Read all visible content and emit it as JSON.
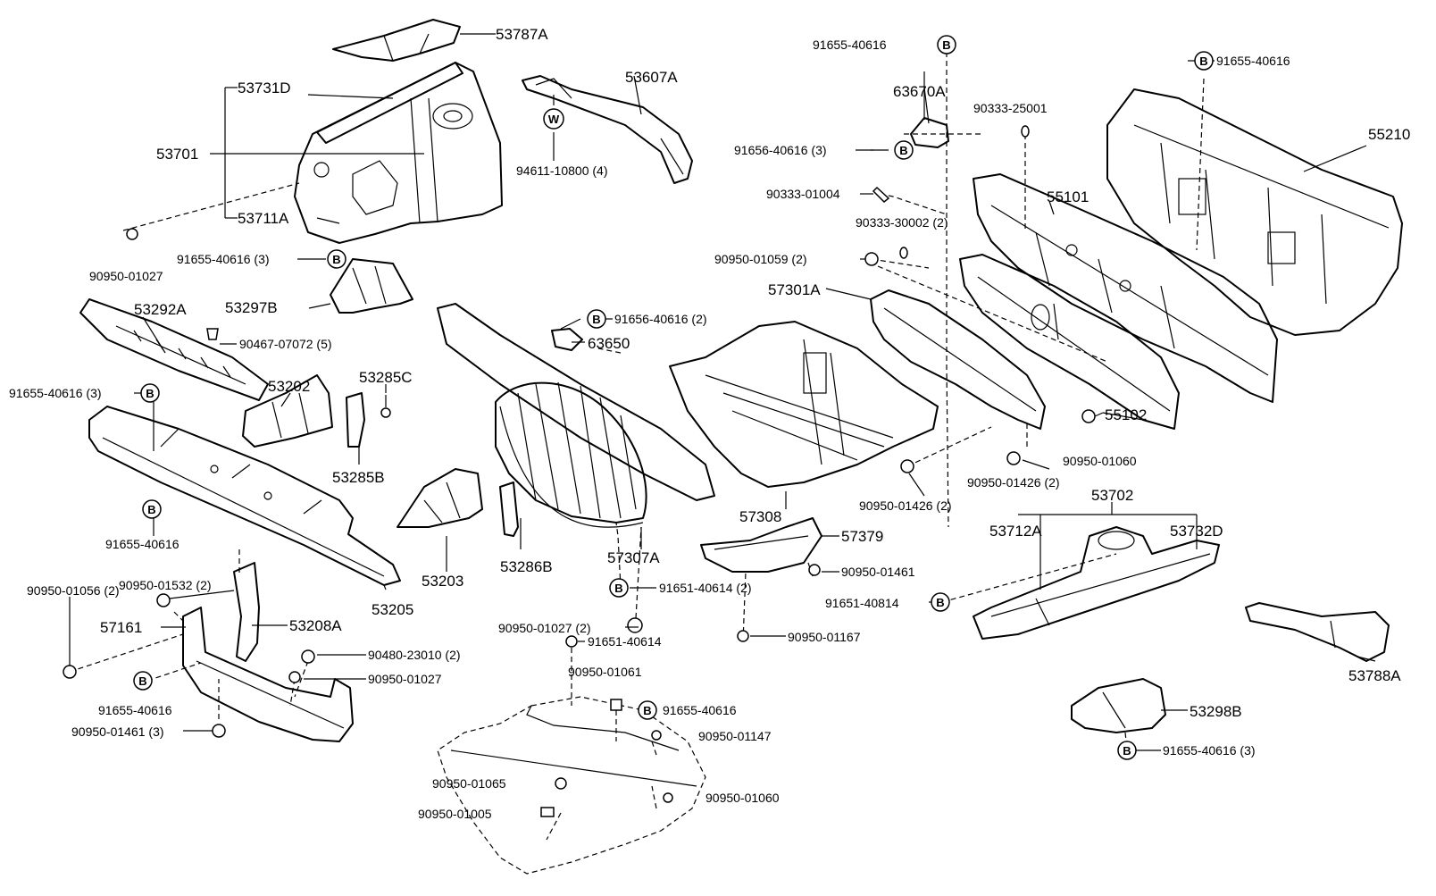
{
  "labels": {
    "p53787A": "53787A",
    "p53731D": "53731D",
    "p53701": "53701",
    "p53711A": "53711A",
    "p90950_01027a": "90950-01027",
    "p91655_40616_3a": "91655-40616 (3)",
    "p53297B": "53297B",
    "p53292A": "53292A",
    "p90467_07072": "90467-07072 (5)",
    "p91655_40616_3b": "91655-40616 (3)",
    "p53202": "53202",
    "p53285C": "53285C",
    "p53285B": "53285B",
    "p91655_40616_a": "91655-40616",
    "p90950_01532": "90950-01532 (2)",
    "p90950_01056": "90950-01056 (2)",
    "p57161": "57161",
    "p53208A": "53208A",
    "p53205": "53205",
    "p53203": "53203",
    "p90480_23010": "90480-23010 (2)",
    "p90950_01027b": "90950-01027",
    "p91655_40616_b": "91655-40616",
    "p90950_01461_3": "90950-01461 (3)",
    "p53607A": "53607A",
    "p94611_10800": "94611-10800 (4)",
    "p91656_40616_2": "91656-40616 (2)",
    "p63650": "63650",
    "p53286B": "53286B",
    "p57307A": "57307A",
    "p91651_40614_2": "91651-40614 (2)",
    "p90950_01027_2": "90950-01027 (2)",
    "p91651_40614": "91651-40614",
    "p90950_01061": "90950-01061",
    "p91655_40616_c": "91655-40616",
    "p90950_01147": "90950-01147",
    "p90950_01065": "90950-01065",
    "p90950_01005": "90950-01005",
    "p90950_01060b": "90950-01060",
    "p57308": "57308",
    "p57379": "57379",
    "p90950_01461": "90950-01461",
    "p90950_01167": "90950-01167",
    "p91655_40616_d": "91655-40616",
    "p63670A": "63670A",
    "p90333_25001": "90333-25001",
    "p91656_40616_3": "91656-40616 (3)",
    "p90333_01004": "90333-01004",
    "p90333_30002": "90333-30002 (2)",
    "p90950_01059": "90950-01059 (2)",
    "p57301A": "57301A",
    "p55101": "55101",
    "p55102": "55102",
    "p90950_01060a": "90950-01060",
    "p90950_01426_2a": "90950-01426 (2)",
    "p90950_01426_2b": "90950-01426 (2)",
    "p91655_40616_e": "91655-40616",
    "p55210": "55210",
    "p53702": "53702",
    "p53712A": "53712A",
    "p53732D": "53732D",
    "p91651_40814": "91651-40814",
    "p53788A": "53788A",
    "p53298B": "53298B",
    "p91655_40616_3c": "91655-40616 (3)"
  },
  "markers": {
    "bolt_symbol": "B",
    "weld_symbol": "W"
  }
}
